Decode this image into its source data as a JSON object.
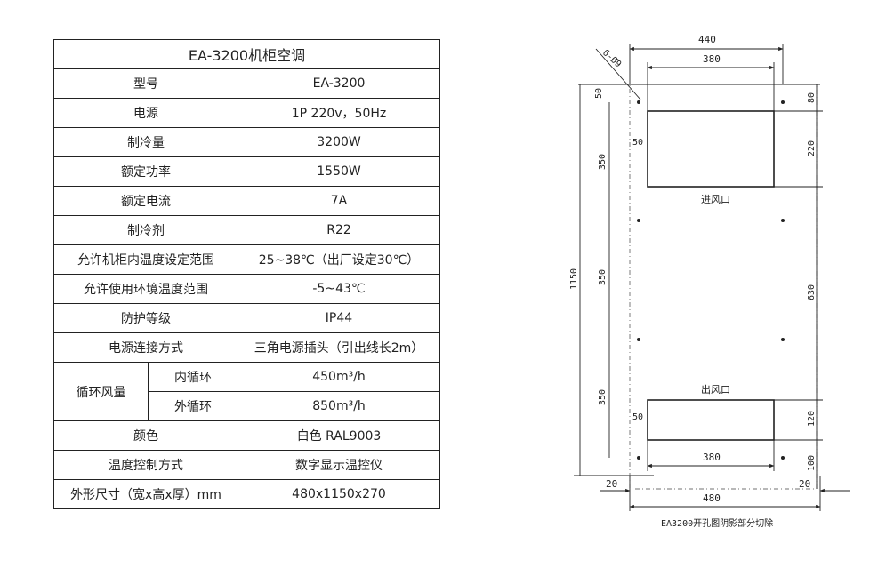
{
  "table": {
    "title": "EA-3200机柜空调",
    "rows": [
      {
        "label": "型号",
        "value": "EA-3200"
      },
      {
        "label": "电源",
        "value": "1P 220v，50Hz"
      },
      {
        "label": "制冷量",
        "value": "3200W"
      },
      {
        "label": "额定功率",
        "value": "1550W"
      },
      {
        "label": "额定电流",
        "value": "7A"
      },
      {
        "label": "制冷剂",
        "value": "R22"
      },
      {
        "label": "允许机柜内温度设定范围",
        "value": "25~38℃（出厂设定30℃）"
      },
      {
        "label": "允许使用环境温度范围",
        "value": "-5~43℃"
      },
      {
        "label": "防护等级",
        "value": "IP44"
      },
      {
        "label": "电源连接方式",
        "value": "三角电源插头（引出线长2m）"
      }
    ],
    "airflow": {
      "label": "循环风量",
      "inner_label": "内循环",
      "inner_value": "450m³/h",
      "outer_label": "外循环",
      "outer_value": "850m³/h"
    },
    "rows2": [
      {
        "label": "颜色",
        "value": "白色 RAL9003"
      },
      {
        "label": "温度控制方式",
        "value": "数字显示温控仪"
      },
      {
        "label": "外形尺寸（宽x高x厚）mm",
        "value": "480x1150x270"
      }
    ]
  },
  "drawing": {
    "dims": {
      "top_width": "440",
      "inner_width_top": "380",
      "hole_spec": "6-Ø9",
      "offset_50_a": "50",
      "offset_50_b": "50",
      "offset_50_c": "50",
      "right_80": "80",
      "right_220": "220",
      "right_630": "630",
      "right_120": "120",
      "right_100": "100",
      "left_350_a": "350",
      "left_350_b": "350",
      "left_350_c": "350",
      "total_height": "1150",
      "inner_width_bottom": "380",
      "bottom_20_left": "20",
      "bottom_20_right": "20",
      "bottom_width": "480"
    },
    "inlet_label": "进风口",
    "outlet_label": "出风口",
    "caption": "EA3200开孔图阴影部分切除"
  }
}
